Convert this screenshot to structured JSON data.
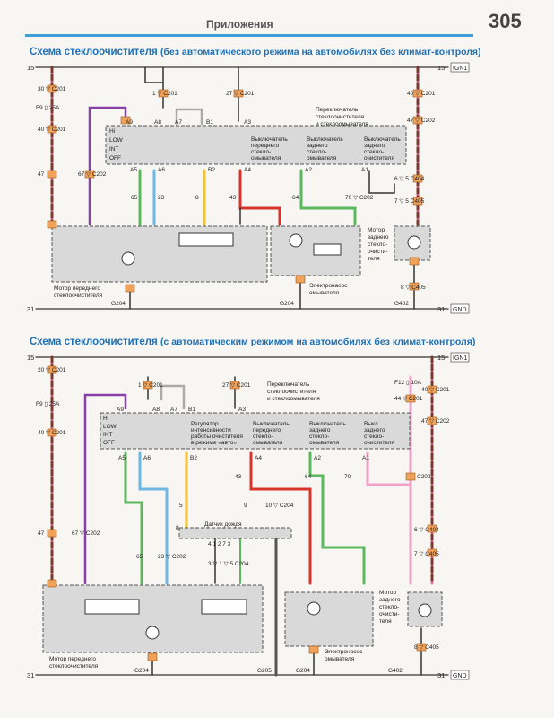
{
  "header": {
    "section": "Приложения",
    "page_number": "305"
  },
  "colors": {
    "accent_blue": "#1f6fb4",
    "header_rule": "#3d9fd6",
    "connector": "#f0a15a"
  },
  "diagram1": {
    "title_main": "Схема стеклоочистителя",
    "title_sub": "(без автоматического режима на автомобилях без климат-контроля)",
    "bus_15": "15",
    "bus_31": "31",
    "ign_tag": "IGN1",
    "gnd_tag": "GND",
    "labels": {
      "c201_30": "30 ▽ C201",
      "fuse": "F9 ▯ 25A",
      "c201_40": "40 ▽ C201",
      "c202_47": "47",
      "c202_67": "67 ▽ C202",
      "c201_1": "1 ▽ C201",
      "c201_27": "27 ▽ C201",
      "c201_40r": "40 ▽ C201",
      "c202_47r": "47 ▽ C202",
      "a9": "A9",
      "a8": "A8",
      "a7": "A7",
      "b1": "B1",
      "a3": "A3",
      "hi": "Hi",
      "low": "LOW",
      "int": "INT",
      "off": "OFF",
      "switch_1": "Переключатель",
      "switch_2": "стеклоочистителя",
      "switch_3": "и стеклоомывателя",
      "front_sw_1": "Выключатель",
      "front_sw_2": "переднего",
      "front_sw_3": "стекло-",
      "front_sw_4": "омывателя",
      "rear_sw_1": "Выключатель",
      "rear_sw_2": "заднего",
      "rear_sw_3": "стекло-",
      "rear_sw_4": "омывателя",
      "rear_wiper_sw_1": "Выключатель",
      "rear_wiper_sw_2": "заднего",
      "rear_wiper_sw_3": "стекло-",
      "rear_wiper_sw_4": "очистителя",
      "a5": "A5",
      "a6": "A6",
      "b2": "B2",
      "a4": "A4",
      "a2": "A2",
      "a1": "A1",
      "w65": "65",
      "w23": "23",
      "w8": "8",
      "w43": "43",
      "w64": "64",
      "w70": "70 ▽ C202",
      "c404": "6 ▽ 5 C404",
      "c405": "7 ▽ 5 C405",
      "rear_motor_1": "Мотор",
      "rear_motor_2": "заднего",
      "rear_motor_3": "стекло-",
      "rear_motor_4": "очисти-",
      "rear_motor_5": "теля",
      "front_motor_1": "Мотор переднего",
      "front_motor_2": "стеклоочистителя",
      "pump_1": "Электронасос",
      "pump_2": "омывателя",
      "g204": "G204",
      "g402": "G402",
      "c405_8": "8 ▽ C405"
    }
  },
  "diagram2": {
    "title_main": "Схема стеклоочистителя",
    "title_sub": "(с автоматическим режимом на автомобилях без климат-контроля)",
    "bus_15": "15",
    "bus_31": "31",
    "ign_tag": "IGN1",
    "gnd_tag": "GND",
    "labels": {
      "c201_20": "20 ▽ C201",
      "fuse": "F9 ▯ 25A",
      "c201_40": "40 ▽ C201",
      "c202_47": "47",
      "c202_67": "67 ▽ C202",
      "c201_1": "1 ▽ C201",
      "c201_27": "27 ▽ C201",
      "fuse_f12": "F12 ▯ 10A",
      "c201_40r": "40 ▽ C201",
      "c201_44": "44 ▽ C201",
      "c202_47r": "47 ▽ C202",
      "a9": "A9",
      "a8": "A8",
      "a7": "A7",
      "b1": "B1",
      "a3": "A3",
      "hi": "Hi",
      "low": "LOW",
      "int": "INT",
      "off": "OFF",
      "switch_1": "Переключатель",
      "switch_2": "стеклоочистителя",
      "switch_3": "и стеклоомывателя",
      "regulator_1": "Регулятор",
      "regulator_2": "интенсивности",
      "regulator_3": "работы очистителя",
      "regulator_4": "в режиме «авто»",
      "front_sw_1": "Выключатель",
      "front_sw_2": "переднего",
      "front_sw_3": "стекло-",
      "front_sw_4": "омывателя",
      "rear_sw_1": "Выключатель",
      "rear_sw_2": "заднего",
      "rear_sw_3": "стекло-",
      "rear_sw_4": "омывателя",
      "rear_wiper_sw_1": "Выкл.",
      "rear_wiper_sw_2": "заднего",
      "rear_wiper_sw_3": "стекло-",
      "rear_wiper_sw_4": "очистителя",
      "a5": "A5",
      "a6": "A6",
      "b2": "B2",
      "a4": "A4",
      "a2": "A2",
      "a1": "A1",
      "w43": "43",
      "w64": "64",
      "w70": "70",
      "c202_r": "C202",
      "w5": "5",
      "w8": "8",
      "w9": "9",
      "c204": "10 ▽ C204",
      "rain_sensor": "Датчик дождя",
      "sensor_pins": "4 1 2 7 3",
      "w65": "65",
      "w23": "23 ▽ C202",
      "c204_2": "3 ▽ 1 ▽ 5 C204",
      "c404": "6 ▽ C404",
      "c405": "7 ▽ C405",
      "rear_motor_1": "Мотор",
      "rear_motor_2": "заднего",
      "rear_motor_3": "стекло-",
      "rear_motor_4": "очисти-",
      "rear_motor_5": "теля",
      "front_motor_1": "Мотор переднего",
      "front_motor_2": "стеклоочистителя",
      "pump_1": "Электронасос",
      "pump_2": "омывателя",
      "c405_8": "8 ▽ C405",
      "g204": "G204",
      "g205": "G205",
      "g402": "G402"
    }
  }
}
